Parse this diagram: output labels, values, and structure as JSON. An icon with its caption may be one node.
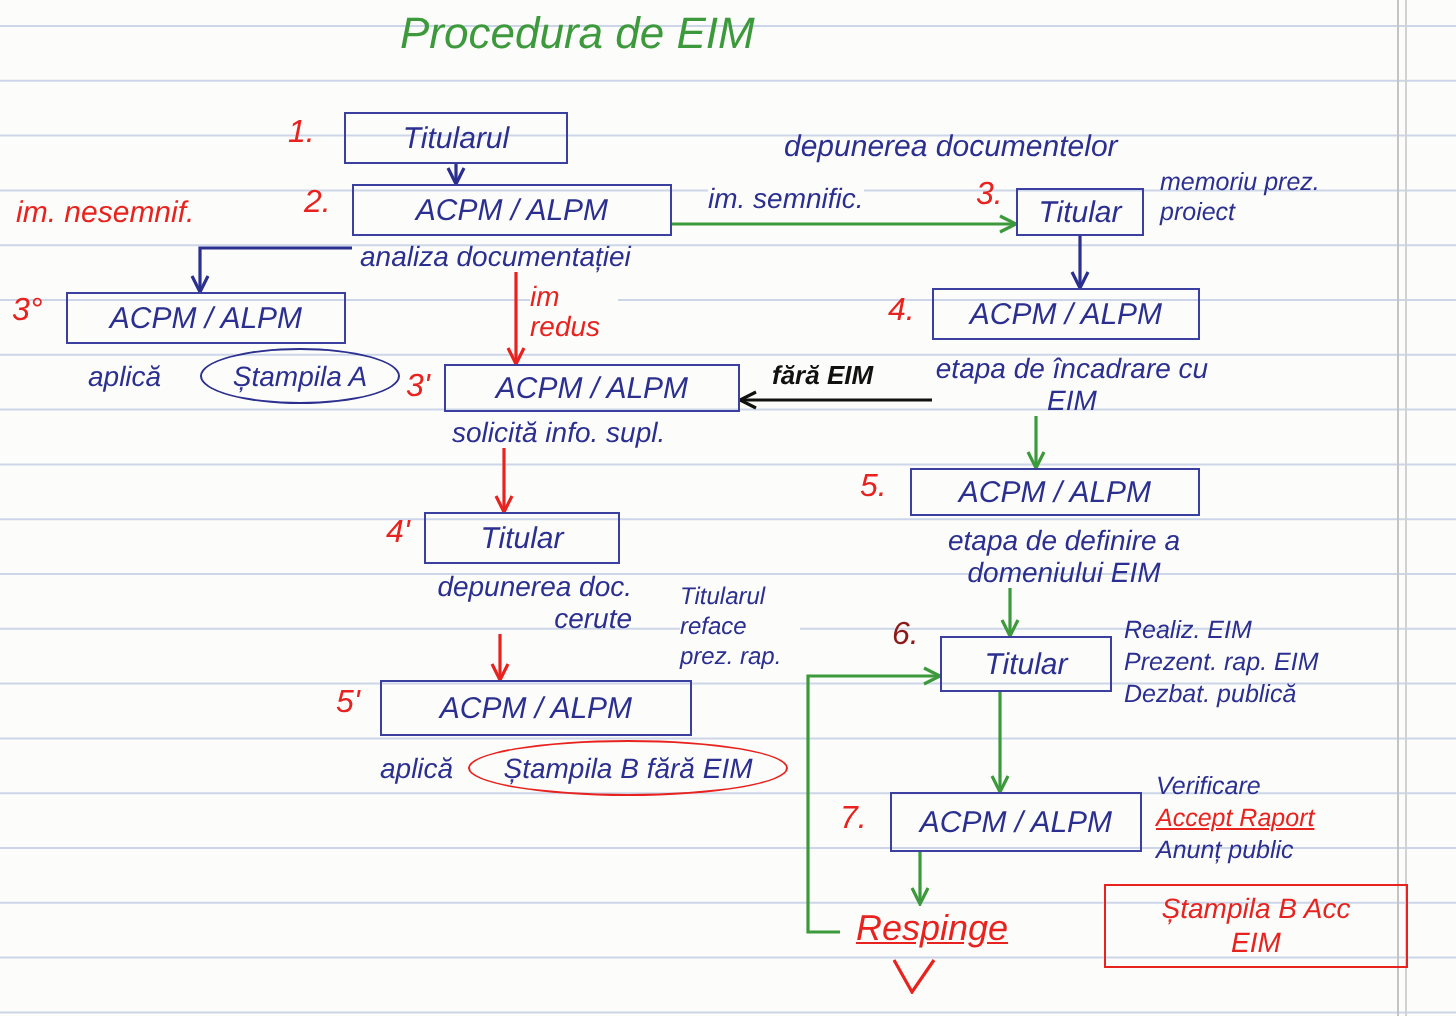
{
  "diagram": {
    "title": "Procedura de EIM",
    "nodes": [
      {
        "text": [
          "Titularul"
        ],
        "beside": [
          "1."
        ]
      },
      {
        "text": [
          "ACPM / ALPM",
          "analiza documentației"
        ],
        "beside": [
          "2."
        ]
      },
      {
        "text": [
          "ACPM / ALPM",
          "aplică",
          "Ștampila A"
        ],
        "beside": [
          "3°"
        ]
      },
      {
        "text": [
          "ACPM / ALPM",
          "solicită info. supl."
        ],
        "beside": [
          "3'"
        ]
      },
      {
        "text": [
          "Titular",
          "depunerea doc. cerute"
        ],
        "beside": [
          "4'"
        ]
      },
      {
        "text": [
          "ACPM / ALPM",
          "aplică",
          "Ștampila B fără EIM"
        ],
        "beside": [
          "5'"
        ]
      },
      {
        "text": [
          "Titular"
        ],
        "beside": [
          "depunerea documentelor",
          "3.",
          "memoriu prez. proiect"
        ]
      },
      {
        "text": [
          "ACPM / ALPM",
          "etapa de încadrare cu EIM"
        ],
        "beside": [
          "4."
        ]
      },
      {
        "text": [
          "ACPM / ALPM",
          "etapa de definire a domeniului EIM"
        ],
        "beside": [
          "5."
        ]
      },
      {
        "text": [
          "Titular"
        ],
        "beside": [
          "6.",
          "Realiz. EIM",
          "Prezent. rap. EIM",
          "Dezbat. publică"
        ]
      },
      {
        "text": [
          "ACPM / ALPM"
        ],
        "beside": [
          "7.",
          "Verificare",
          "Accept Raport",
          "Anunț public"
        ]
      },
      {
        "text": [
          "Respinge"
        ]
      },
      {
        "text": [
          "Ștampila B Acc EIM"
        ]
      }
    ],
    "edges": [
      {
        "from": 0,
        "to": 1,
        "arrow": "to",
        "color": "#2b2f8f"
      },
      {
        "from": 1,
        "to": 2,
        "arrow": "to",
        "label": "im. nesemnif.",
        "color": "#2b2f8f"
      },
      {
        "from": 1,
        "to": 6,
        "arrow": "to",
        "label": "im. semnific."
      },
      {
        "from": 1,
        "to": 3,
        "arrow": "to",
        "label": "im redus",
        "color": "#e8231f"
      },
      {
        "from": 6,
        "to": 7,
        "arrow": "to",
        "color": "#2b2f8f"
      },
      {
        "from": 7,
        "to": 3,
        "arrow": "to",
        "label": "fără EIM",
        "color": "#111111"
      },
      {
        "from": 3,
        "to": 4,
        "arrow": "to",
        "color": "#e8231f"
      },
      {
        "from": 4,
        "to": 5,
        "arrow": "to",
        "color": "#e8231f"
      },
      {
        "from": 7,
        "to": 8,
        "arrow": "to"
      },
      {
        "from": 8,
        "to": 9,
        "arrow": "to"
      },
      {
        "from": 9,
        "to": 10,
        "arrow": "to"
      },
      {
        "from": 10,
        "to": 11,
        "arrow": "to"
      },
      {
        "from": 11,
        "to": 9,
        "arrow": "to",
        "label": "Titularul reface prez. rap."
      }
    ]
  }
}
